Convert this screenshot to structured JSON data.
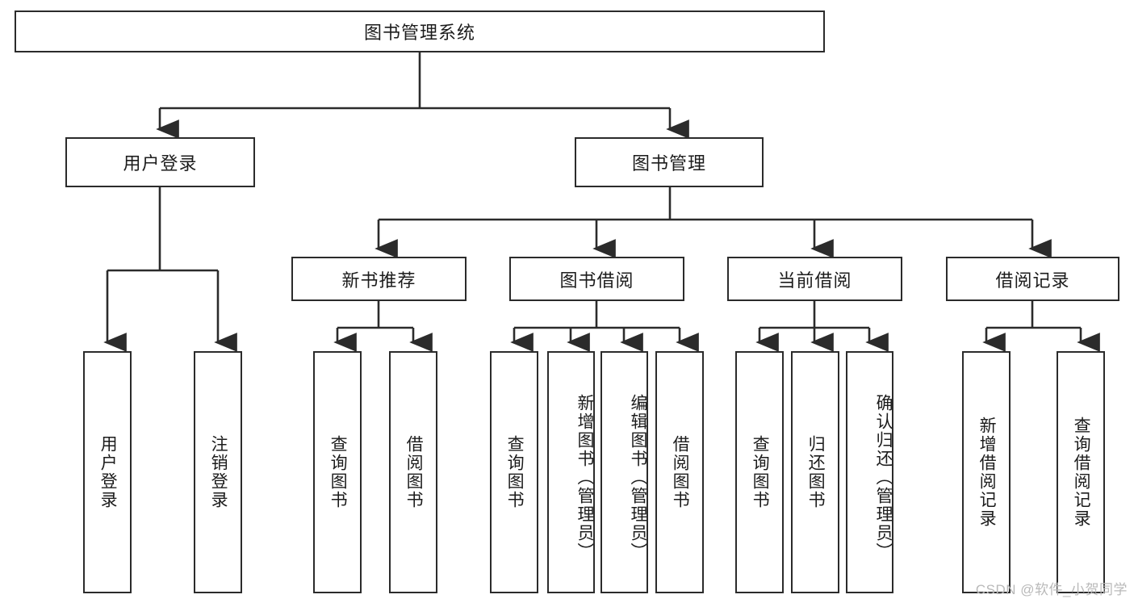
{
  "diagram": {
    "title": "图书管理系统",
    "type": "tree-hierarchy-diagram",
    "colors": {
      "stroke": "#2b2b2b",
      "fill": "#ffffff",
      "text": "#1c1c1c",
      "watermark": "#b9b9b9"
    },
    "root": {
      "label": "图书管理系统"
    },
    "level2": [
      {
        "label": "用户登录"
      },
      {
        "label": "图书管理"
      }
    ],
    "level3": [
      {
        "label": "新书推荐"
      },
      {
        "label": "图书借阅"
      },
      {
        "label": "当前借阅"
      },
      {
        "label": "借阅记录"
      }
    ],
    "leaves": {
      "user_login": [
        {
          "label": "用户登录"
        },
        {
          "label": "注销登录"
        }
      ],
      "new_book_recommend": [
        {
          "label": "查询图书"
        },
        {
          "label": "借阅图书"
        }
      ],
      "book_borrow": [
        {
          "label": "查询图书"
        },
        {
          "label": "新增图书（管理员）"
        },
        {
          "label": "编辑图书（管理员）"
        },
        {
          "label": "借阅图书"
        }
      ],
      "current_borrow": [
        {
          "label": "查询图书"
        },
        {
          "label": "归还图书"
        },
        {
          "label": "确认归还（管理员）"
        }
      ],
      "borrow_record": [
        {
          "label": "新增借阅记录"
        },
        {
          "label": "查询借阅记录"
        }
      ]
    },
    "watermark": "CSDN @软件_小贺同学"
  }
}
